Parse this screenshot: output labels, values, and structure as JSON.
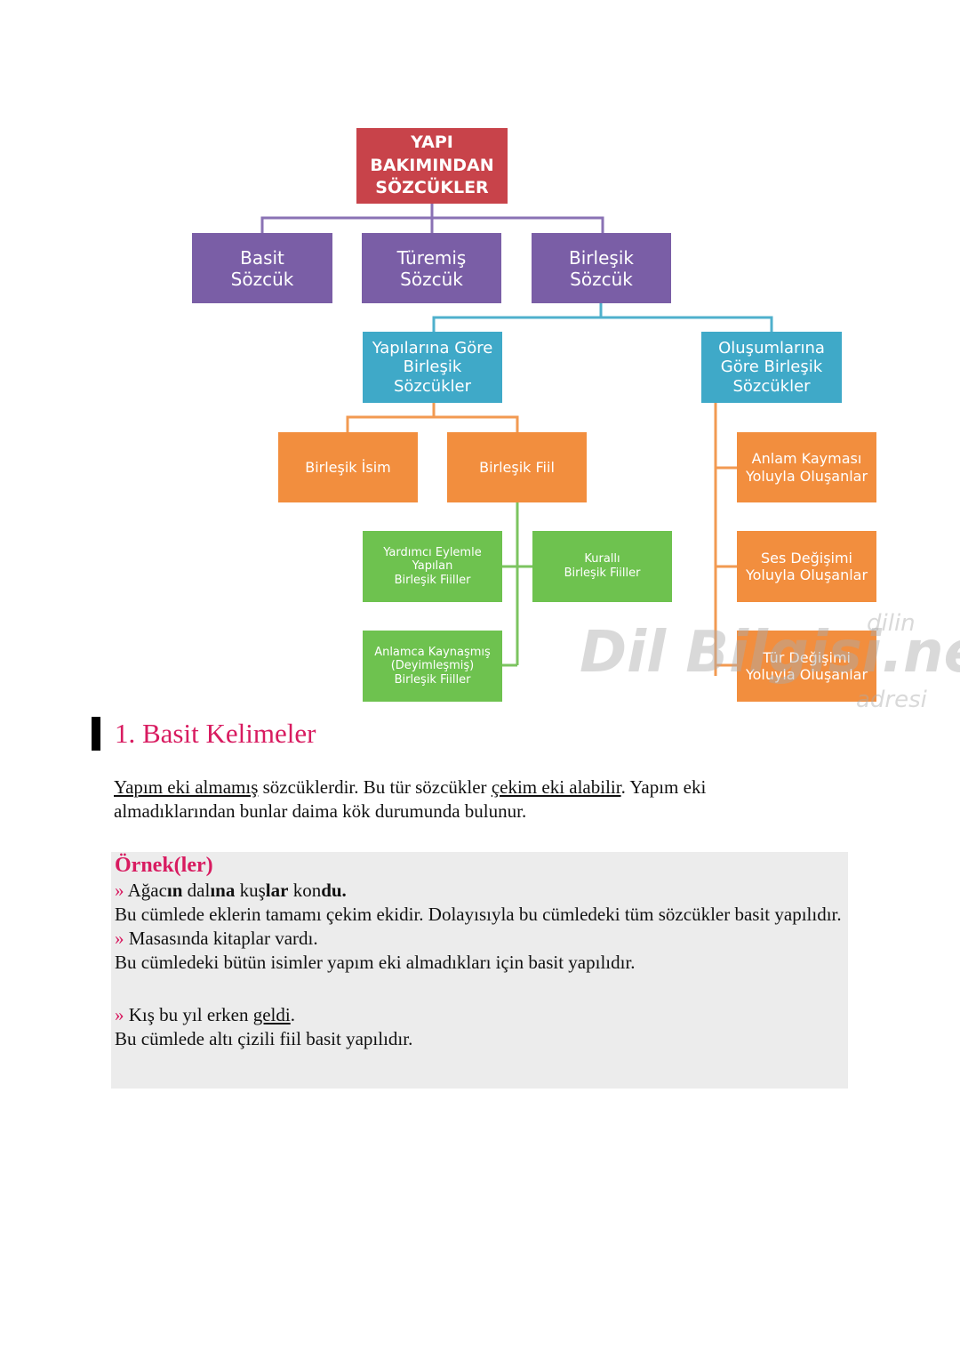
{
  "diagram": {
    "root": [
      "YAPI",
      "BAKIMINDAN",
      "SÖZCÜKLER"
    ],
    "basit": [
      "Basit",
      "Sözcük"
    ],
    "turemis": [
      "Türemiş",
      "Sözcük"
    ],
    "birlesik": [
      "Birleşik",
      "Sözcük"
    ],
    "yapilarina": [
      "Yapılarına Göre",
      "Birleşik",
      "Sözcükler"
    ],
    "olusumlarina": [
      "Oluşumlarına",
      "Göre Birleşik",
      "Sözcükler"
    ],
    "birlesik_isim": "Birleşik İsim",
    "birlesik_fiil": "Birleşik Fiil",
    "yardimci": [
      "Yardımcı Eylemle",
      "Yapılan",
      "Birleşik Fiiller"
    ],
    "kuralli": [
      "Kurallı",
      "Birleşik Fiiller"
    ],
    "anlamca": [
      "Anlamca Kaynaşmış",
      "(Deyimleşmiş)",
      "Birleşik Fiiller"
    ],
    "anlam_kaymasi": [
      "Anlam Kayması",
      "Yoluyla Oluşanlar"
    ],
    "ses_degisimi": [
      "Ses Değişimi",
      "Yoluyla Oluşanlar"
    ],
    "tur_degisimi": [
      "Tür Değişimi",
      "Yoluyla Oluşanlar"
    ],
    "colors": {
      "red": "#c8434a",
      "purple": "#7a5ea6",
      "blue": "#3fa9c8",
      "orange": "#f28e3e",
      "green": "#6ec24f"
    }
  },
  "watermark": {
    "main": "Dil Bilgisi.net",
    "small_top": "dilin",
    "small_bottom": "adresi"
  },
  "section": {
    "title": "1. Basit Kelimeler"
  },
  "intro": {
    "u1": "Yapım eki almamış",
    "t1": " sözcüklerdir. Bu tür sözcükler ",
    "u2": "çekim eki alabilir",
    "t2": ". Yapım eki almadıklarından bunlar daima kök durumunda bulunur."
  },
  "examples": {
    "title": "Örnek(ler)",
    "arrow": "»",
    "ex1": {
      "w1a": "Ağac",
      "w1b": "ın",
      "w2a": " dal",
      "w2b": "ına",
      "w3a": " kuş",
      "w3b": "lar",
      "w4a": " kon",
      "w4b": "du",
      "end": "."
    },
    "ex1_note": "Bu cümlede eklerin tamamı çekim ekidir. Dolayısıyla bu cümledeki tüm sözcükler basit yapılıdır.",
    "ex2": "Masasında kitaplar vardı.",
    "ex2_note": "Bu cümledeki bütün isimler yapım eki almadıkları için basit yapılıdır.",
    "ex3_pre": "Kış bu yıl erken ",
    "ex3_u": "geldi",
    "ex3_end": ".",
    "ex3_note": "Bu cümlede altı çizili fiil  basit yapılıdır."
  }
}
